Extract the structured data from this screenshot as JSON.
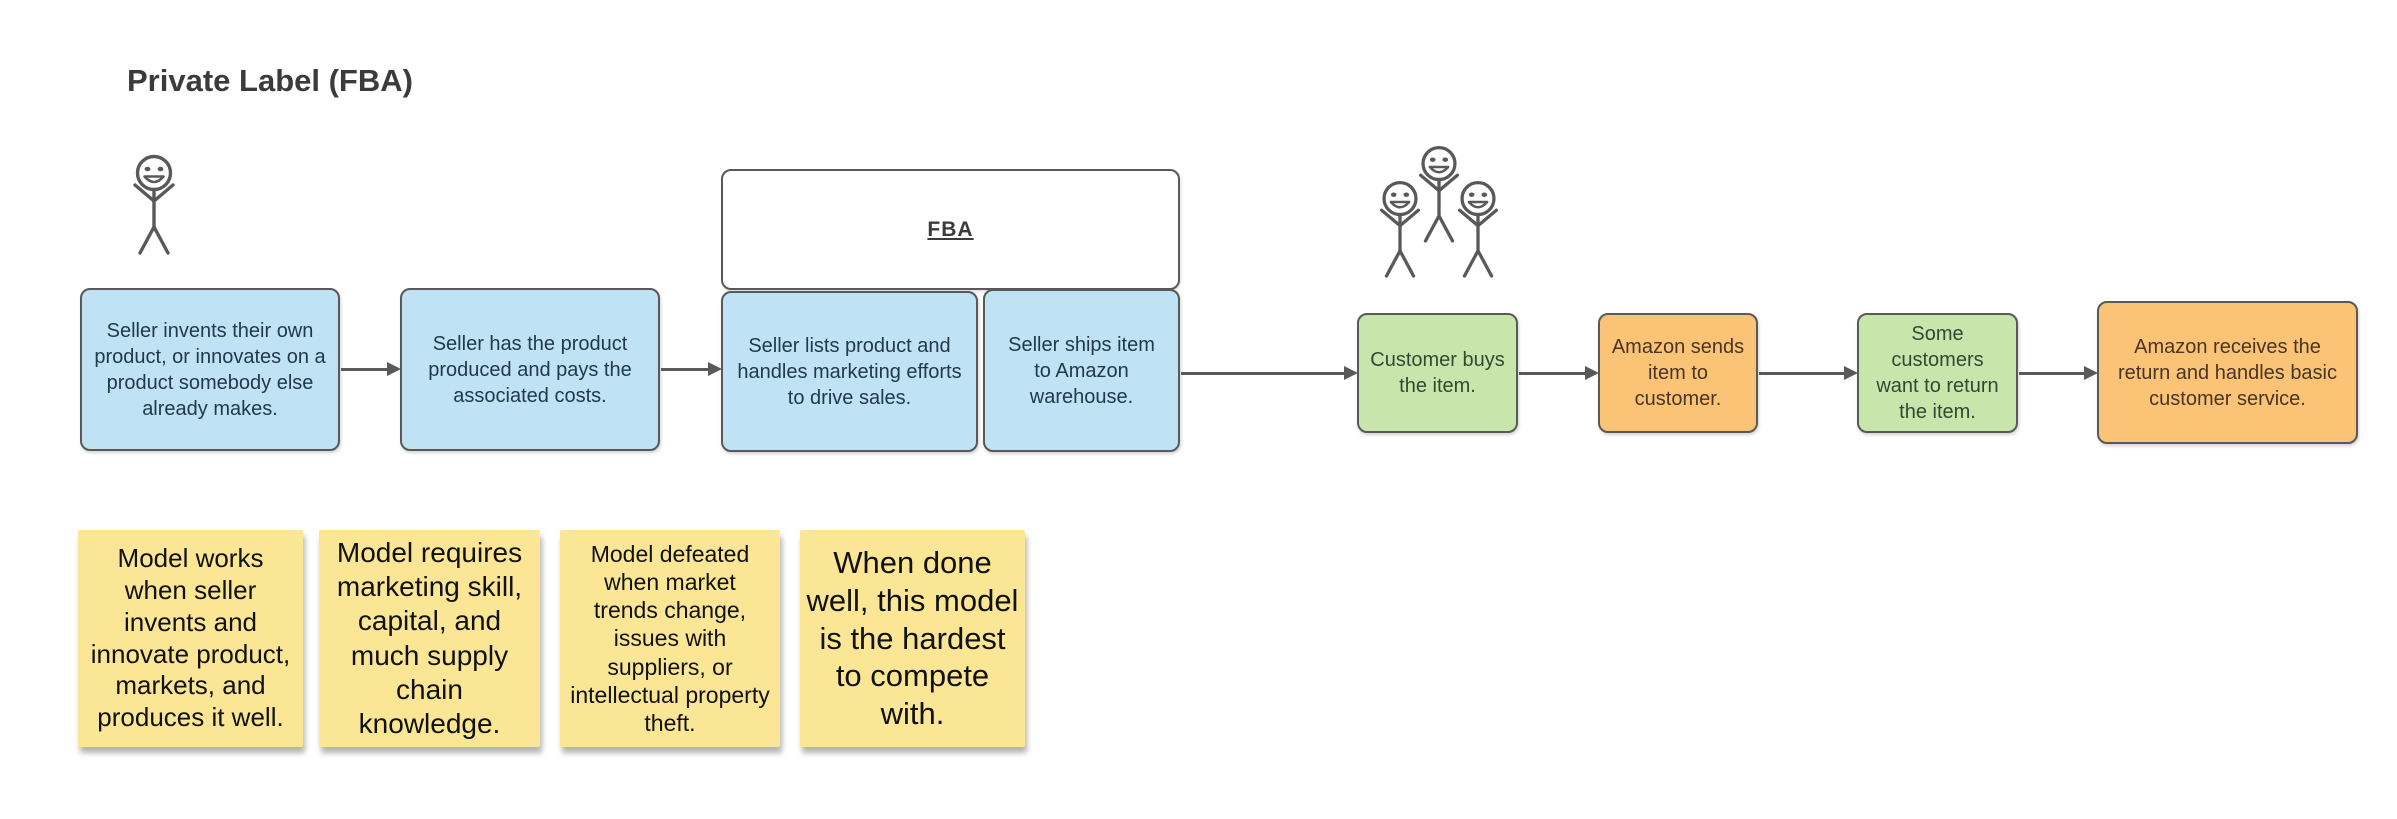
{
  "title": "Private Label (FBA)",
  "fba_group": {
    "label": "FBA"
  },
  "flow": {
    "steps": [
      {
        "label": "Seller invents their own product, or innovates on a product somebody else already makes.",
        "color": "blue"
      },
      {
        "label": "Seller has the product produced and pays the associated costs.",
        "color": "blue"
      },
      {
        "label": "Seller lists product and handles marketing efforts to drive sales.",
        "color": "blue",
        "group": "FBA"
      },
      {
        "label": "Seller ships item to Amazon warehouse.",
        "color": "blue",
        "group": "FBA"
      },
      {
        "label": "Customer buys the item.",
        "color": "green"
      },
      {
        "label": "Amazon sends item to customer.",
        "color": "orange"
      },
      {
        "label": "Some customers want to return the item.",
        "color": "green"
      },
      {
        "label": "Amazon receives the return and handles basic customer service.",
        "color": "orange"
      }
    ]
  },
  "notes": [
    {
      "text": "Model works when seller invents and innovate product, markets, and produces it well."
    },
    {
      "text": "Model requires marketing skill, capital, and much supply chain knowledge."
    },
    {
      "text": "Model defeated when market trends change, issues with suppliers, or intellectual property theft."
    },
    {
      "text": "When done well, this model is the hardest to compete with."
    }
  ],
  "icons": {
    "seller": "smiley-stick-figure",
    "customers": "three-smiley-stick-figures"
  },
  "colors": {
    "box_blue": "#bfe2f4",
    "box_green": "#c8e6ac",
    "box_orange": "#fac376",
    "note_yellow": "#fae694",
    "stroke": "#595959",
    "arrow": "#595959",
    "blue_text": "#21394c",
    "green_text": "#2f4a33",
    "orange_text": "#4a3524",
    "title_text": "#3b3b3b"
  }
}
